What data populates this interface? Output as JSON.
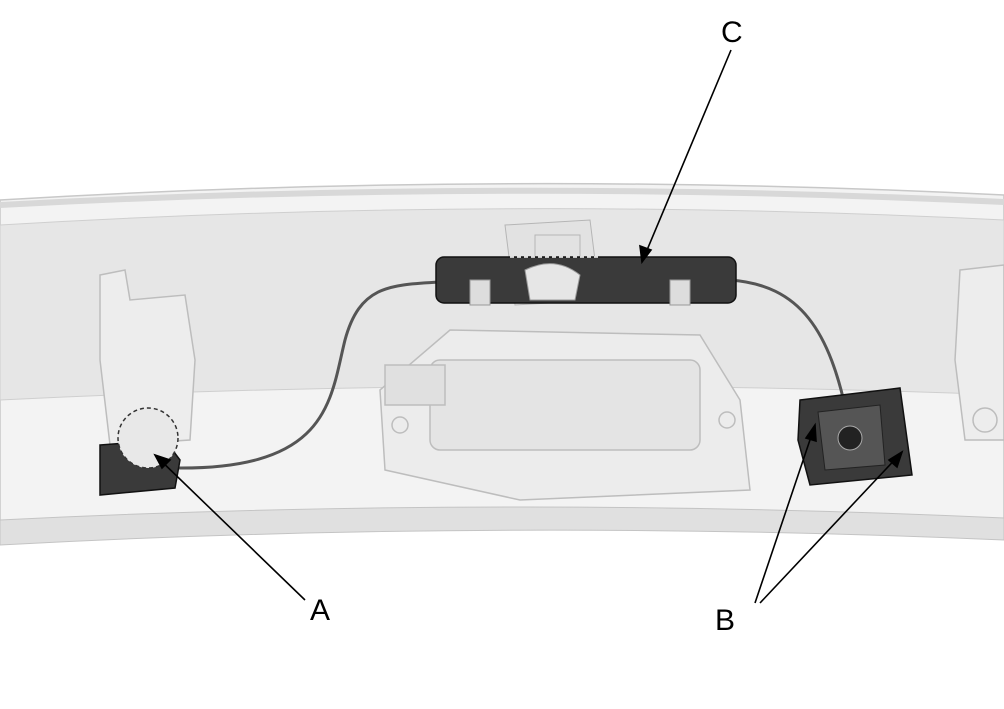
{
  "callouts": {
    "a": "A",
    "b": "B",
    "c": "C"
  },
  "colors": {
    "trim_fill": "#e9e9e9",
    "trim_light": "#f4f4f4",
    "trim_edge": "#c8c8c8",
    "component_dark": "#3a3a3a",
    "cable": "#555555"
  }
}
